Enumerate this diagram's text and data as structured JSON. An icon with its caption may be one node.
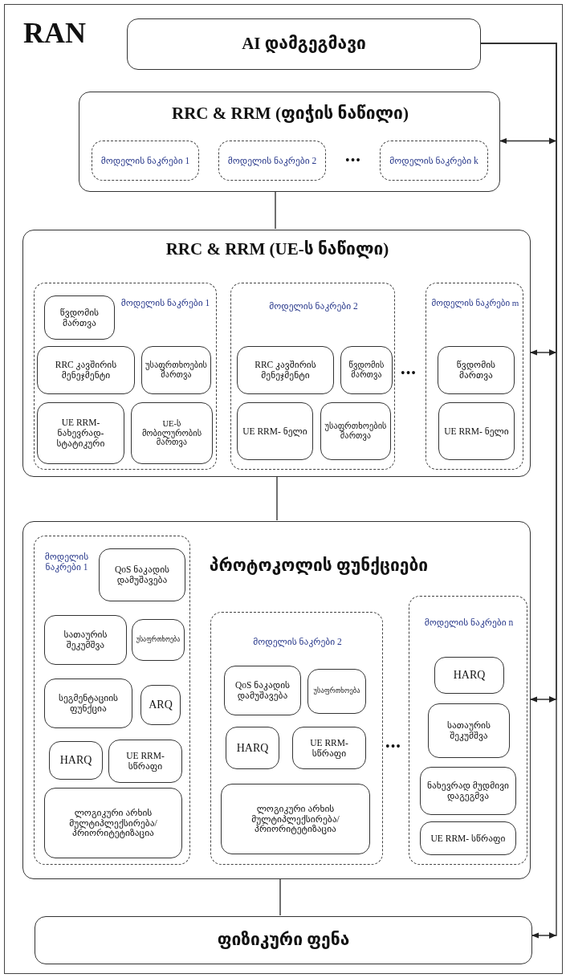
{
  "diagram": {
    "nodes": [
      {
        "text": [
          "RAN"
        ]
      },
      {
        "text": [
          "AI დამგეგმავი"
        ],
        "in": 0
      },
      {
        "text": [
          "RRC & RRM (ფიჭის ნაწილი)"
        ],
        "in": 0
      },
      {
        "text": [
          "მოდელის ნაკრები 1"
        ],
        "in": 2
      },
      {
        "text": [
          "მოდელის ნაკრები 2"
        ],
        "in": 2
      },
      {
        "text": [
          "მოდელის ნაკრები k"
        ],
        "in": 2
      },
      {
        "text": [
          "RRC & RRM (UE-ს ნაწილი)"
        ],
        "in": 0
      },
      {
        "text": [
          "მოდელის ნაკრები 1"
        ],
        "in": 6
      },
      {
        "text": [
          "წვდომის მართვა"
        ],
        "in": 7
      },
      {
        "text": [
          "RRC კავშირის მენეჯმენტი"
        ],
        "in": 7
      },
      {
        "text": [
          "უსაფრთხოების მართვა"
        ],
        "in": 7
      },
      {
        "text": [
          "UE RRM- ნახევრად- სტატიკური"
        ],
        "in": 7
      },
      {
        "text": [
          "UE-ს მობილურობის მართვა"
        ],
        "in": 7
      },
      {
        "text": [
          "მოდელის ნაკრები 2"
        ],
        "in": 6
      },
      {
        "text": [
          "RRC კავშირის მენეჯმენტი"
        ],
        "in": 13
      },
      {
        "text": [
          "წვდომის მართვა"
        ],
        "in": 13
      },
      {
        "text": [
          "UE RRM- ნელი"
        ],
        "in": 13
      },
      {
        "text": [
          "უსაფრთხოების მართვა"
        ],
        "in": 13
      },
      {
        "text": [
          "მოდელის ნაკრები m"
        ],
        "in": 6
      },
      {
        "text": [
          "წვდომის მართვა"
        ],
        "in": 18
      },
      {
        "text": [
          "UE RRM- ნელი"
        ],
        "in": 18
      },
      {
        "text": [
          "პროტოკოლის ფუნქციები"
        ],
        "in": 0
      },
      {
        "text": [
          "მოდელის ნაკრები 1"
        ],
        "in": 21
      },
      {
        "text": [
          "QoS ნაკადის დამუშავება"
        ],
        "in": 22
      },
      {
        "text": [
          "სათაურის შეკუმშვა"
        ],
        "in": 22
      },
      {
        "text": [
          "უსაფრთხოება"
        ],
        "in": 22
      },
      {
        "text": [
          "სეგმენტაციის ფუნქცია"
        ],
        "in": 22
      },
      {
        "text": [
          "ARQ"
        ],
        "in": 22
      },
      {
        "text": [
          "HARQ"
        ],
        "in": 22
      },
      {
        "text": [
          "UE RRM- სწრაფი"
        ],
        "in": 22
      },
      {
        "text": [
          "ლოგიკური არხის მულტიპლექსირება/ პრიორიტეტიზაცია"
        ],
        "in": 22
      },
      {
        "text": [
          "მოდელის ნაკრები 2"
        ],
        "in": 21
      },
      {
        "text": [
          "QoS ნაკადის დამუშავება"
        ],
        "in": 31
      },
      {
        "text": [
          "უსაფრთხოება"
        ],
        "in": 31
      },
      {
        "text": [
          "HARQ"
        ],
        "in": 31
      },
      {
        "text": [
          "UE RRM- სწრაფი"
        ],
        "in": 31
      },
      {
        "text": [
          "ლოგიკური არხის მულტიპლექსირება/ პრიორიტეტიზაცია"
        ],
        "in": 31
      },
      {
        "text": [
          "მოდელის ნაკრები n"
        ],
        "in": 21
      },
      {
        "text": [
          "HARQ"
        ],
        "in": 37
      },
      {
        "text": [
          "სათაურის შეკუმშვა"
        ],
        "in": 37
      },
      {
        "text": [
          "ნახევრად მუდმივი დაგეგმვა"
        ],
        "in": 37
      },
      {
        "text": [
          "UE RRM- სწრაფი"
        ],
        "in": 37
      },
      {
        "text": [
          "ფიზიკური ფენა"
        ],
        "in": 0
      }
    ],
    "edges": [
      {
        "from": 2,
        "to": 6,
        "arrow": "none"
      },
      {
        "from": 6,
        "to": 21,
        "arrow": "none"
      },
      {
        "from": 21,
        "to": 42,
        "arrow": "none"
      },
      {
        "from": 1,
        "to": 2,
        "arrow": "to"
      },
      {
        "from": 1,
        "to": 6,
        "arrow": "to"
      },
      {
        "from": 1,
        "to": 21,
        "arrow": "to"
      },
      {
        "from": 1,
        "to": 42,
        "arrow": "to"
      }
    ],
    "labels": [
      "•••",
      "•••",
      "•••"
    ]
  }
}
